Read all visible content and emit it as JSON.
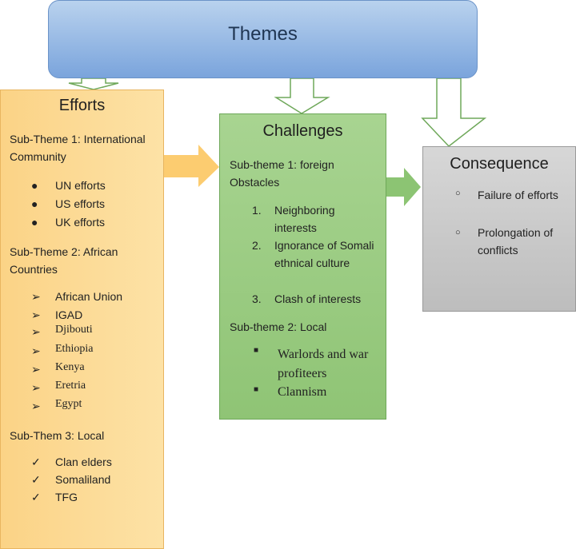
{
  "themes": {
    "title": "Themes"
  },
  "efforts": {
    "title": "Efforts",
    "sub1": "Sub-Theme 1: International Community",
    "sub1_items": [
      "UN efforts",
      "US efforts",
      "UK efforts"
    ],
    "sub2": "Sub-Theme 2: African Countries",
    "sub2_items": [
      "African Union",
      "IGAD",
      "Djibouti",
      "Ethiopia",
      "Kenya",
      "Eretria",
      "Egypt"
    ],
    "sub3": "Sub-Them 3: Local",
    "sub3_items": [
      "Clan elders",
      "Somaliland",
      "TFG"
    ]
  },
  "challenges": {
    "title": "Challenges",
    "sub1": "Sub-theme 1: foreign Obstacles",
    "sub1_items": [
      "Neighboring interests",
      "Ignorance of Somali ethnical culture",
      "Clash of interests"
    ],
    "sub2": "Sub-theme 2: Local",
    "sub2_items": [
      "Warlords and war profiteers",
      "Clannism"
    ]
  },
  "consequence": {
    "title": "Consequence",
    "items": [
      "Failure of efforts",
      "Prolongation of conflicts"
    ]
  },
  "colors": {
    "themes": "#8fb3e3",
    "efforts": "#fcd891",
    "challenges": "#98c97f",
    "consequence": "#cccccc"
  }
}
